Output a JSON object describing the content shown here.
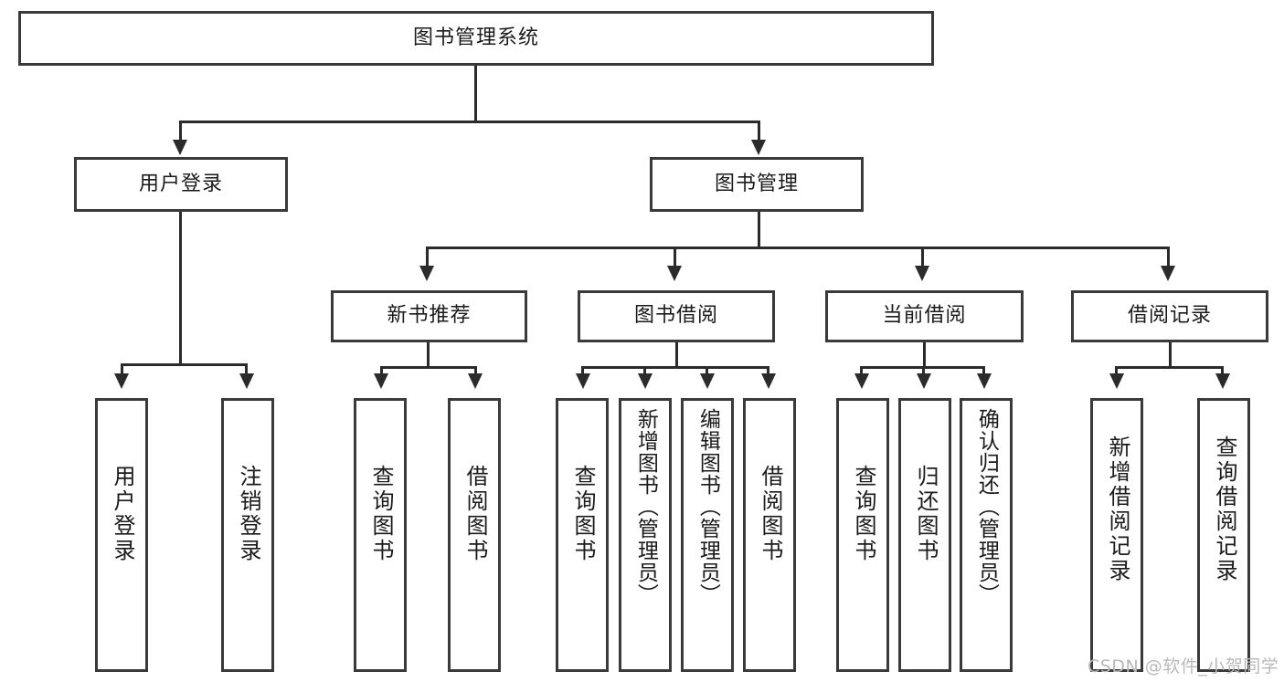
{
  "diagram": {
    "type": "tree-hierarchy",
    "title": "图书管理系统",
    "root": {
      "id": "root",
      "label": "图书管理系统",
      "level": 0
    },
    "level2": [
      {
        "id": "user-login",
        "label": "用户登录"
      },
      {
        "id": "book-management",
        "label": "图书管理"
      }
    ],
    "level3": [
      {
        "id": "new-book-recommend",
        "label": "新书推荐",
        "parent": "book-management"
      },
      {
        "id": "book-borrow",
        "label": "图书借阅",
        "parent": "book-management"
      },
      {
        "id": "current-borrow",
        "label": "当前借阅",
        "parent": "book-management"
      },
      {
        "id": "borrow-record",
        "label": "借阅记录",
        "parent": "book-management"
      }
    ],
    "leaves": [
      {
        "id": "leaf-user-login",
        "label": "用户登录",
        "parent": "user-login"
      },
      {
        "id": "leaf-logout",
        "label": "注销登录",
        "parent": "user-login"
      },
      {
        "id": "leaf-query-book-1",
        "label": "查询图书",
        "parent": "new-book-recommend"
      },
      {
        "id": "leaf-borrow-book-1",
        "label": "借阅图书",
        "parent": "new-book-recommend"
      },
      {
        "id": "leaf-query-book-2",
        "label": "查询图书",
        "parent": "book-borrow"
      },
      {
        "id": "leaf-add-book",
        "label": "新增图书（管理员）",
        "parent": "book-borrow"
      },
      {
        "id": "leaf-edit-book",
        "label": "编辑图书（管理员）",
        "parent": "book-borrow"
      },
      {
        "id": "leaf-borrow-book-2",
        "label": "借阅图书",
        "parent": "book-borrow"
      },
      {
        "id": "leaf-query-book-3",
        "label": "查询图书",
        "parent": "current-borrow"
      },
      {
        "id": "leaf-return-book",
        "label": "归还图书",
        "parent": "current-borrow"
      },
      {
        "id": "leaf-confirm-return",
        "label": "确认归还（管理员）",
        "parent": "current-borrow"
      },
      {
        "id": "leaf-add-borrow-record",
        "label": "新增借阅记录",
        "parent": "borrow-record"
      },
      {
        "id": "leaf-query-borrow-record",
        "label": "查询借阅记录",
        "parent": "borrow-record"
      }
    ],
    "colors": {
      "box_border": "#3a3a3a",
      "line": "#2b2b2b",
      "box_fill": "#ffffff",
      "text": "#1a1a1a",
      "watermark": "#b9b9b9"
    }
  },
  "watermark": {
    "text": "CSDN @软件_小贺同学"
  }
}
